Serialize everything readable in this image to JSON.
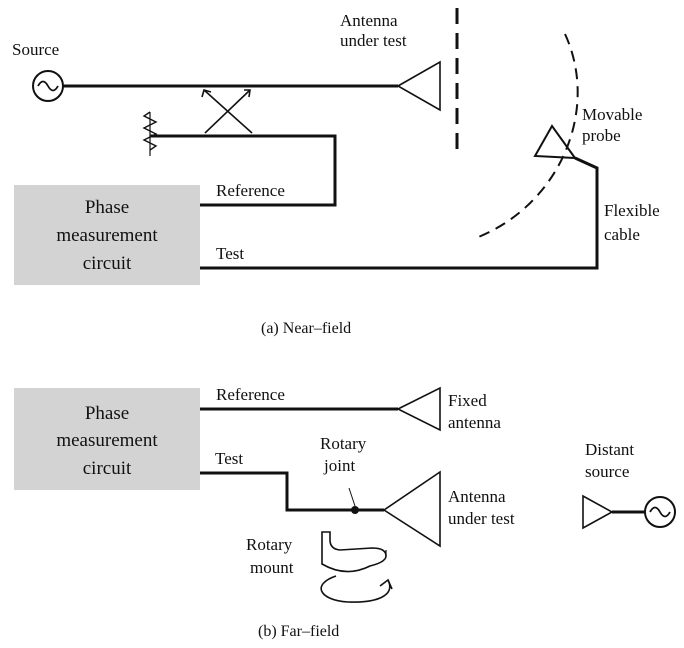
{
  "near_field": {
    "source_label": "Source",
    "antenna_label": [
      "Antenna",
      "under test"
    ],
    "probe_label": [
      "Movable",
      "probe"
    ],
    "reference_label": "Reference",
    "test_label": "Test",
    "cable_label": [
      "Flexible",
      "cable"
    ],
    "box_label": [
      "Phase",
      "measurement",
      "circuit"
    ],
    "caption": "(a)  Near–field"
  },
  "far_field": {
    "reference_label": "Reference",
    "fixed_antenna_label": [
      "Fixed",
      "antenna"
    ],
    "box_label": [
      "Phase",
      "measurement",
      "circuit"
    ],
    "test_label": "Test",
    "joint_label": [
      "Rotary",
      "joint"
    ],
    "aut_label": [
      "Antenna",
      "under test"
    ],
    "source_label": [
      "Distant",
      "source"
    ],
    "mount_label": [
      "Rotary",
      "mount"
    ],
    "caption": "(b)  Far–field"
  },
  "colors": {
    "box_fill": "#d3d3d3",
    "line": "#111111"
  }
}
